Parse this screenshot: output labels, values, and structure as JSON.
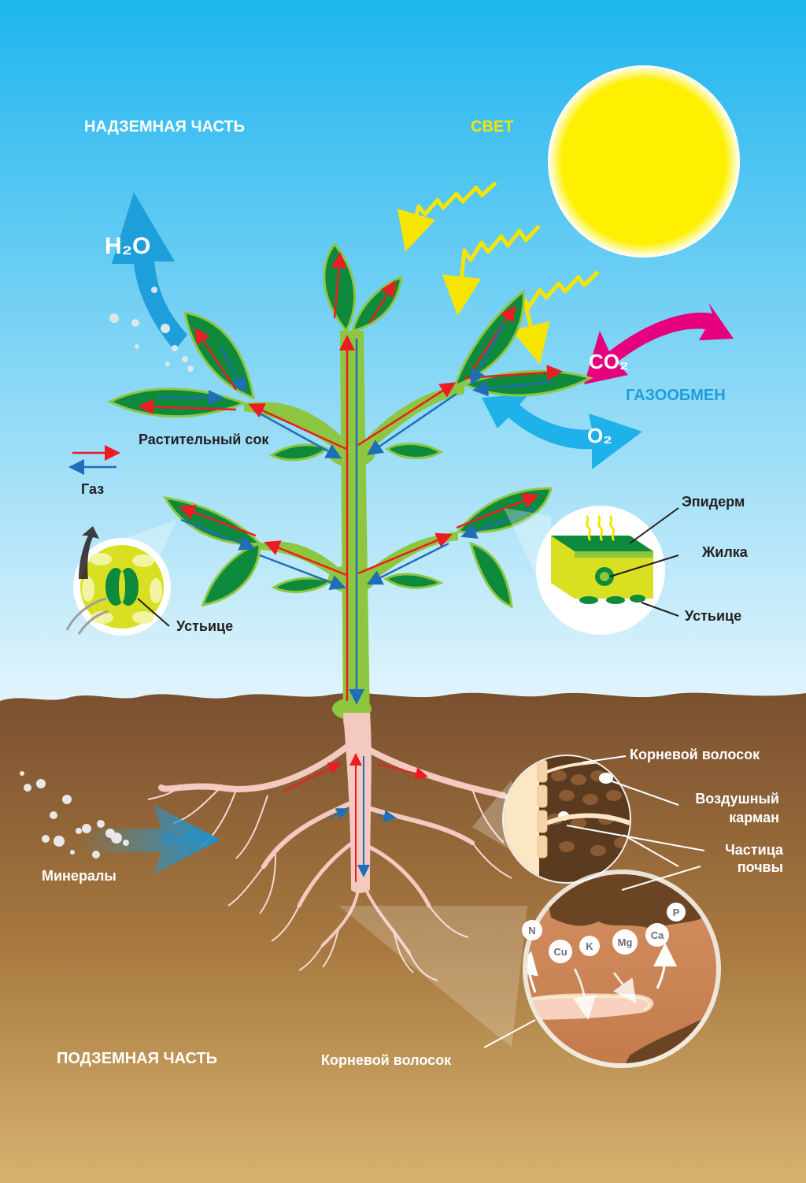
{
  "labels": {
    "above_ground": "НАДЗЕМНАЯ ЧАСТЬ",
    "light": "СВЕТ",
    "gas_exchange": "ГАЗООБМЕН",
    "h2o_top": "H₂O",
    "co2": "CO₂",
    "o2": "O₂",
    "sap": "Растительный сок",
    "gas": "Газ",
    "stoma_left": "Устьице",
    "epidermis": "Эпидерм",
    "vein": "Жилка",
    "stoma_right": "Устьице",
    "root_hair_top": "Корневой волосок",
    "air_pocket": "Воздушный карман",
    "soil_particle": "Частица почвы",
    "h2o_soil": "H₂O",
    "minerals": "Минералы",
    "underground": "ПОДЗЕМНАЯ ЧАСТЬ",
    "root_hair_bottom": "Корневой волосок"
  },
  "ions": [
    "N",
    "Cu",
    "K",
    "Mg",
    "Ca",
    "P"
  ],
  "colors": {
    "sky_top": "#1fb5ee",
    "sky_bottom": "#d9f1fc",
    "soil_top": "#7b5230",
    "soil_bottom": "#d3ae6c",
    "leaf": "#0d8a3c",
    "stem": "#8dc63f",
    "sap_arrow": "#ed1c24",
    "gas_arrow": "#1f6fb8",
    "sun": "#fff200",
    "co2_arrow": "#e6007e",
    "o2_arrow": "#1eb1ea",
    "root": "#f3c9c0"
  }
}
